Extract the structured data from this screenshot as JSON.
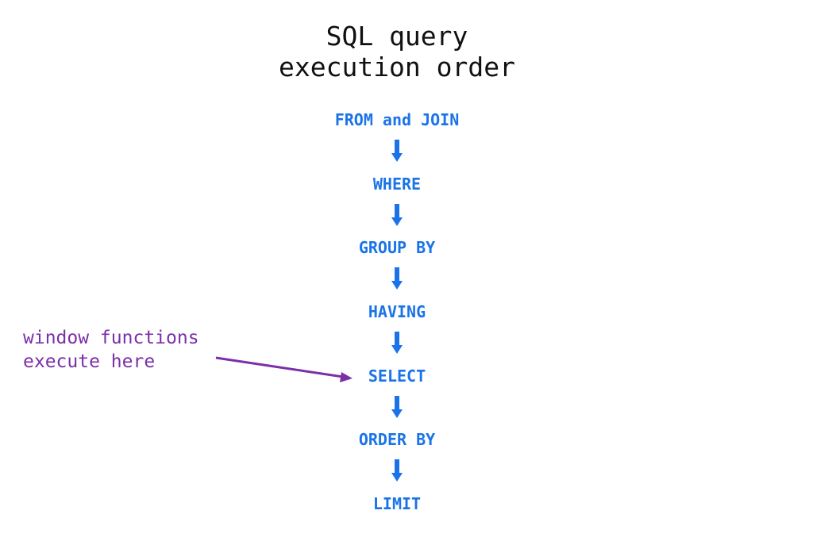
{
  "title": {
    "line1": "SQL query",
    "line2": "execution order"
  },
  "steps": [
    "FROM and JOIN",
    "WHERE",
    "GROUP BY",
    "HAVING",
    "SELECT",
    "ORDER BY",
    "LIMIT"
  ],
  "annotation": {
    "line1": "window functions",
    "line2": "execute here",
    "target_step": "SELECT"
  },
  "colors": {
    "title": "#111111",
    "step": "#1a73e8",
    "arrow": "#1a73e8",
    "annotation": "#7b2fa8"
  }
}
